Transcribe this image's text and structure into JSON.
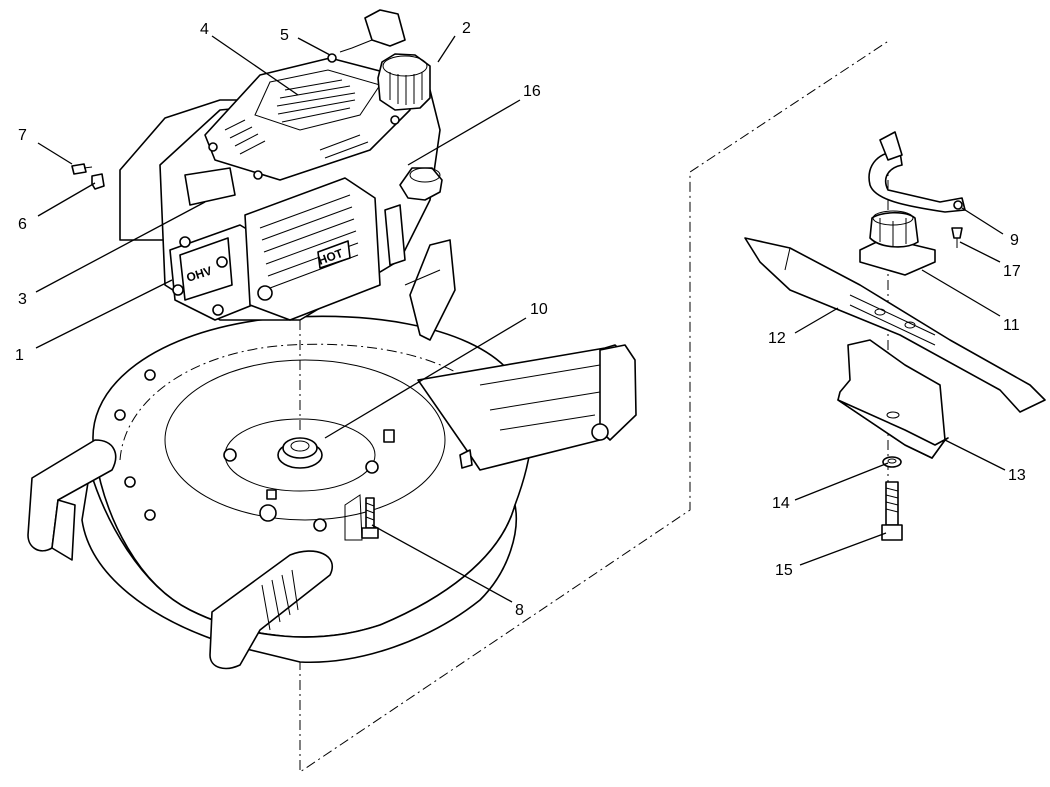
{
  "callouts": [
    {
      "id": "1",
      "text": "1"
    },
    {
      "id": "2",
      "text": "2"
    },
    {
      "id": "3",
      "text": "3"
    },
    {
      "id": "4",
      "text": "4"
    },
    {
      "id": "5",
      "text": "5"
    },
    {
      "id": "6",
      "text": "6"
    },
    {
      "id": "7",
      "text": "7"
    },
    {
      "id": "8",
      "text": "8"
    },
    {
      "id": "9",
      "text": "9"
    },
    {
      "id": "10",
      "text": "10"
    },
    {
      "id": "11",
      "text": "11"
    },
    {
      "id": "12",
      "text": "12"
    },
    {
      "id": "13",
      "text": "13"
    },
    {
      "id": "14",
      "text": "14"
    },
    {
      "id": "15",
      "text": "15"
    },
    {
      "id": "16",
      "text": "16"
    },
    {
      "id": "17",
      "text": "17"
    }
  ],
  "stamps": {
    "engine_label": "OHV",
    "guard_label": "HOT"
  }
}
